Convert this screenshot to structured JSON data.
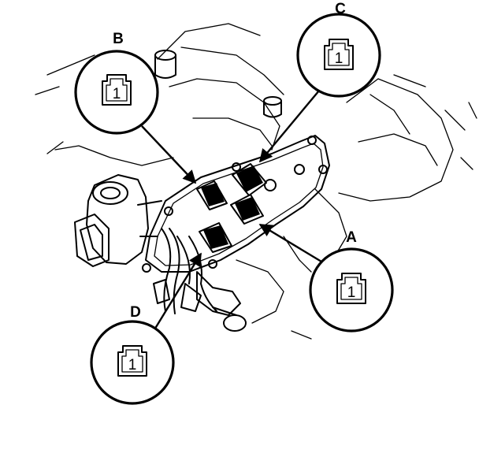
{
  "callouts": {
    "A": {
      "label": "A",
      "pin": "1"
    },
    "B": {
      "label": "B",
      "pin": "1"
    },
    "C": {
      "label": "C",
      "pin": "1"
    },
    "D": {
      "label": "D",
      "pin": "1"
    }
  }
}
